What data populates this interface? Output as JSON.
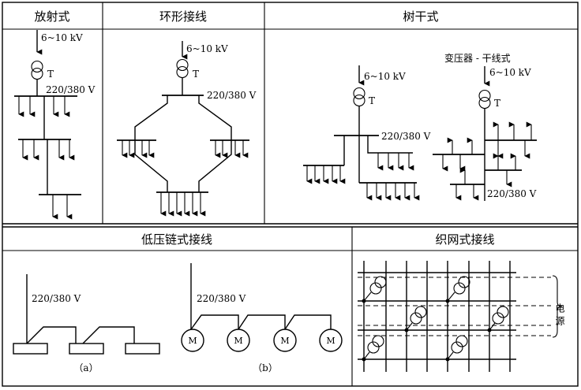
{
  "headers": {
    "radial": "放射式",
    "ring": "环形接线",
    "trunk": "树干式",
    "chain": "低压链式接线",
    "mesh": "织网式接线"
  },
  "labels": {
    "hv": "6~10 kV",
    "lv": "220/380 V",
    "transformer": "T",
    "trunk_sub": "变压器 - 干线式",
    "motor": "M",
    "sub_a": "（a）",
    "sub_b": "（b）",
    "power_source": "电源"
  },
  "colors": {
    "line": "#000000",
    "background": "#ffffff"
  },
  "icons": [
    "transformer-icon",
    "motor-icon",
    "arrow-down-icon",
    "arrow-up-icon"
  ]
}
